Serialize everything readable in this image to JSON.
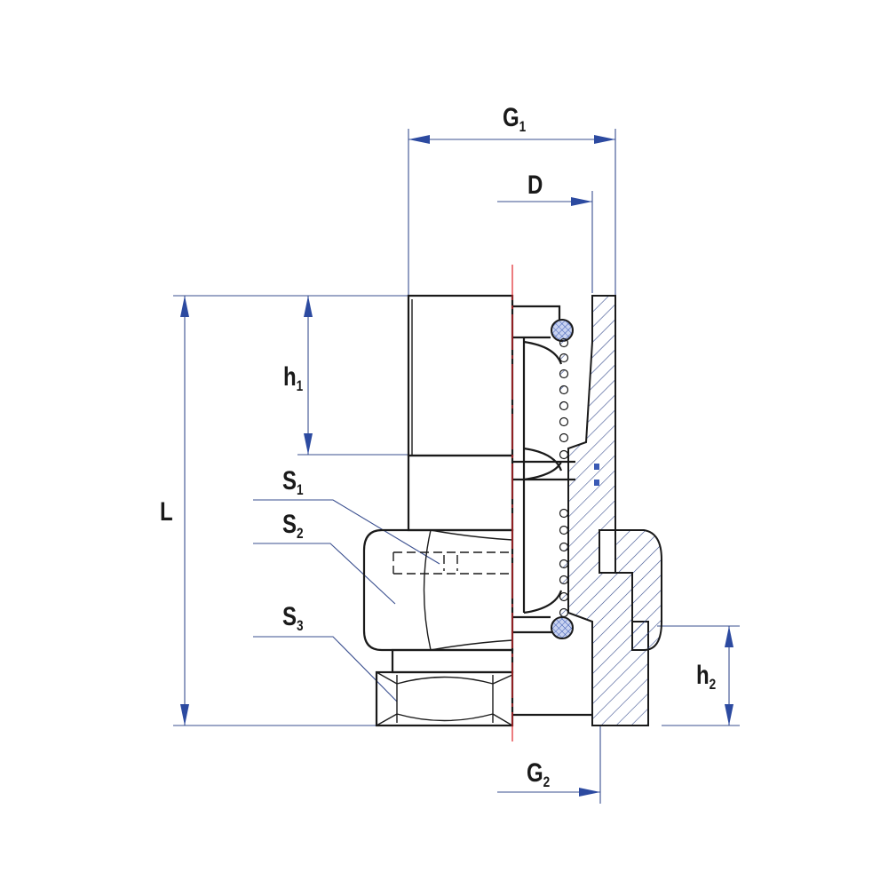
{
  "drawing": {
    "title": "Union fitting cross-section with dimensions",
    "labels": {
      "G1": {
        "base": "G",
        "sub": "1"
      },
      "D": {
        "base": "D",
        "sub": ""
      },
      "h1": {
        "base": "h",
        "sub": "1"
      },
      "L": {
        "base": "L",
        "sub": ""
      },
      "S1": {
        "base": "S",
        "sub": "1"
      },
      "S2": {
        "base": "S",
        "sub": "2"
      },
      "S3": {
        "base": "S",
        "sub": "3"
      },
      "h2": {
        "base": "h",
        "sub": "2"
      },
      "G2": {
        "base": "G",
        "sub": "2"
      }
    },
    "colors": {
      "outline": "#1a1a1a",
      "dimension": "#3a4f8f",
      "arrow": "#2c4aa0",
      "centerline": "#e0262a",
      "seal": "#3b5bb5"
    }
  }
}
